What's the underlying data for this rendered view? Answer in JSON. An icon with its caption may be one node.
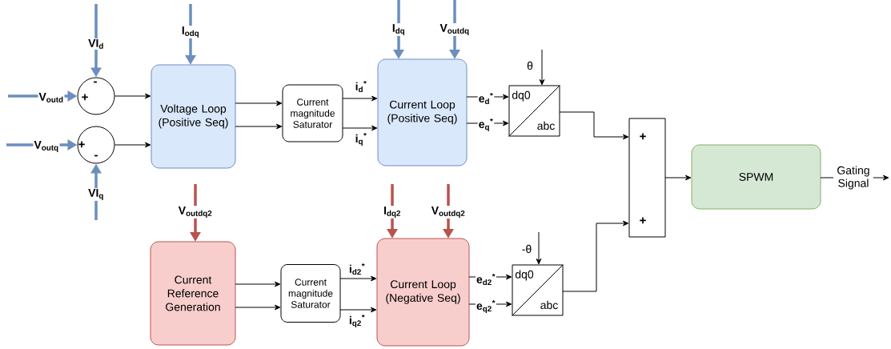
{
  "diagram": {
    "nodes": [
      {
        "text": [
          "+",
          "-"
        ]
      },
      {
        "text": [
          "+",
          "-"
        ]
      },
      {
        "text": [
          "Voltage Loop (Positive Seq)"
        ]
      },
      {
        "text": [
          "Current magnitude Saturator"
        ]
      },
      {
        "text": [
          "Current Loop (Positive Seq)"
        ]
      },
      {
        "text": [
          "dq0",
          "abc"
        ]
      },
      {
        "text": [
          "+",
          "+"
        ]
      },
      {
        "text": [
          "SPWM"
        ]
      },
      {
        "text": [
          "Current Reference Generation"
        ]
      },
      {
        "text": [
          "Current magnitude Saturator"
        ]
      },
      {
        "text": [
          "Current Loop (Negative Seq)"
        ]
      },
      {
        "text": [
          "dq0",
          "abc"
        ]
      }
    ],
    "edges": [
      {
        "from": null,
        "to": 0,
        "arrow": "to",
        "label": "V$_{outd}$",
        "style": "thick",
        "color": "#6c8ebf"
      },
      {
        "from": null,
        "to": 0,
        "arrow": "to",
        "label": "VI$_{d}$",
        "style": "thick",
        "color": "#6c8ebf"
      },
      {
        "from": null,
        "to": 1,
        "arrow": "to",
        "label": "V$_{outq}$",
        "style": "thick",
        "color": "#6c8ebf"
      },
      {
        "from": null,
        "to": 1,
        "arrow": "to",
        "label": "VI$_{q}$",
        "style": "thick",
        "color": "#6c8ebf"
      },
      {
        "from": 0,
        "to": 2,
        "arrow": "to"
      },
      {
        "from": 1,
        "to": 2,
        "arrow": "to"
      },
      {
        "from": null,
        "to": 2,
        "arrow": "to",
        "label": "I$_{odq}$",
        "style": "thick",
        "color": "#6c8ebf"
      },
      {
        "from": 2,
        "to": 3,
        "arrow": "to"
      },
      {
        "from": 2,
        "to": 3,
        "arrow": "to"
      },
      {
        "from": 3,
        "to": 4,
        "arrow": "to",
        "label": "i$_{d}$$^{*}$"
      },
      {
        "from": 3,
        "to": 4,
        "arrow": "to",
        "label": "i$_{q}$$^{*}$"
      },
      {
        "from": null,
        "to": 4,
        "arrow": "to",
        "label": "I$_{dq}$",
        "style": "thick",
        "color": "#6c8ebf"
      },
      {
        "from": null,
        "to": 4,
        "arrow": "to",
        "label": "V$_{outdq}$",
        "style": "thick",
        "color": "#6c8ebf"
      },
      {
        "from": 4,
        "to": 5,
        "arrow": "to",
        "label": "e$_{d}$$^{*}$"
      },
      {
        "from": 4,
        "to": 5,
        "arrow": "to",
        "label": "e$_{q}$$^{*}$"
      },
      {
        "from": null,
        "to": 5,
        "arrow": "to",
        "label": "θ"
      },
      {
        "from": 5,
        "to": 6,
        "arrow": "to"
      },
      {
        "from": 6,
        "to": 7,
        "arrow": "to"
      },
      {
        "from": 7,
        "to": null,
        "arrow": "to",
        "label": "Gating Signal"
      },
      {
        "from": null,
        "to": 8,
        "arrow": "to",
        "label": "V$_{outdq2}$",
        "style": "thick",
        "color": "#b85450"
      },
      {
        "from": 8,
        "to": 9,
        "arrow": "to"
      },
      {
        "from": 8,
        "to": 9,
        "arrow": "to"
      },
      {
        "from": 9,
        "to": 10,
        "arrow": "to",
        "label": "i$_{d2}$$^{*}$"
      },
      {
        "from": 9,
        "to": 10,
        "arrow": "to",
        "label": "i$_{q2}$$^{*}$"
      },
      {
        "from": null,
        "to": 10,
        "arrow": "to",
        "label": "I$_{dq2}$",
        "style": "thick",
        "color": "#b85450"
      },
      {
        "from": null,
        "to": 10,
        "arrow": "to",
        "label": "V$_{outdq2}$",
        "style": "thick",
        "color": "#b85450"
      },
      {
        "from": 10,
        "to": 11,
        "arrow": "to",
        "label": "e$_{d2}$$^{*}$"
      },
      {
        "from": 10,
        "to": 11,
        "arrow": "to",
        "label": "e$_{q2}$$^{*}$"
      },
      {
        "from": null,
        "to": 11,
        "arrow": "to",
        "label": "-θ"
      },
      {
        "from": 11,
        "to": 6,
        "arrow": "to"
      }
    ]
  }
}
